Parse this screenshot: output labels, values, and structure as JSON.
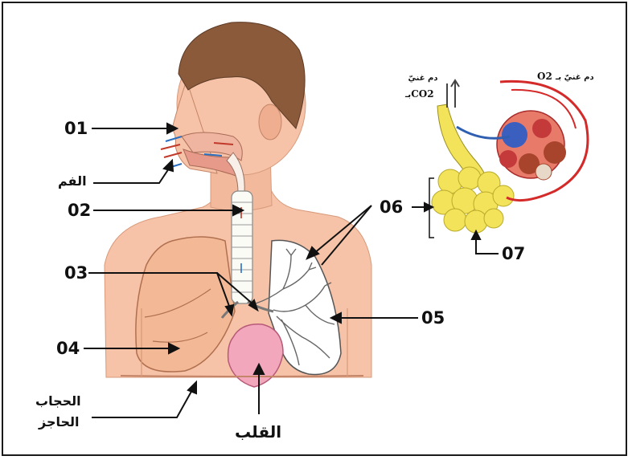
{
  "labels": {
    "n01": "01",
    "n02": "02",
    "n03": "03",
    "n04": "04",
    "n05": "05",
    "n06": "06",
    "n07": "07"
  },
  "arabic": {
    "mouth": "الفم",
    "diaphragm_line1": "الحجاب",
    "diaphragm_line2": "الحاجز",
    "heart": "القلب",
    "blood_co2_line1": "دم غنيّ",
    "blood_co2_line2": "بـ",
    "blood_co2_formula": "CO2",
    "blood_o2_text": "دم غنيّ بـ",
    "blood_o2_formula": "O2"
  },
  "colors": {
    "skin": "#f6c3a8",
    "skin_shade": "#eaa98a",
    "hair": "#8a5a3b",
    "lung_left": "#f3b896",
    "lung_right": "#ffffff",
    "heart": "#f3a7bd",
    "trachea": "#fbfbf6",
    "alveoli": "#f3e35a",
    "artery": "#d42a2a",
    "vein": "#2f5fb0",
    "arrow_air_in": "#c0392b",
    "arrow_air_out": "#2a6fc0"
  }
}
